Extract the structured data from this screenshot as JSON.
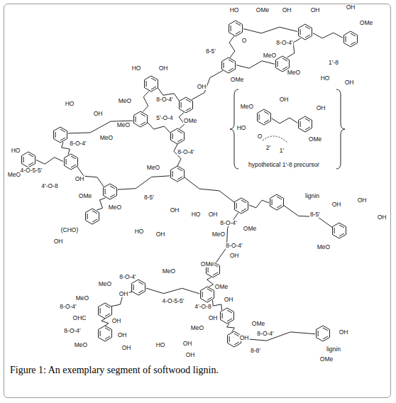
{
  "diagram": {
    "caption": "Figure 1: An exemplary segment of softwood lignin.",
    "labels": [
      "HO",
      "OMe",
      "OH",
      "OH",
      "OH",
      "OMe",
      "8-O-4'",
      "8-5'",
      "O",
      "MeO",
      "1'-8",
      "OMe",
      "MeO",
      "HO",
      "OH",
      "HO",
      "OH",
      "8-O-4'",
      "MeO",
      "OH",
      "5'-O-4",
      "MeO",
      "OMe",
      "8-O-4'",
      "MeO",
      "HO",
      "OH",
      "MeO",
      "8-O-4'",
      "HO",
      "MeO",
      "4-O-5-5'",
      "4'-O-8",
      "OH",
      "OMe",
      "MeO",
      "8-5'",
      "OH",
      "HO",
      "OH",
      "(CHO)",
      "OH",
      "MeO",
      "OH",
      "HO",
      "O",
      "2'",
      "1'",
      "OH",
      "OMe",
      "hypothetical 1'-8 precursor",
      "lignin",
      "OH",
      "OH",
      "8-5'",
      "OH",
      "MeO",
      "HO",
      "OH",
      "MeO",
      "OMe",
      "8-O-4'",
      "8-O-4'",
      "OH",
      "OMe",
      "MeO",
      "8-O-4'",
      "4-O-5-5'",
      "OMe",
      "4'-O-8",
      "OH",
      "OH",
      "MeO",
      "OH",
      "MeO",
      "8-O-4'",
      "OHC",
      "OH",
      "8-O-4'",
      "MeO",
      "OH",
      "OH",
      "MeO",
      "HO",
      "OH",
      "OH",
      "OMe",
      "8-O-4'",
      "8-8'",
      "lignin",
      "OH",
      "OMe",
      "OH"
    ]
  }
}
